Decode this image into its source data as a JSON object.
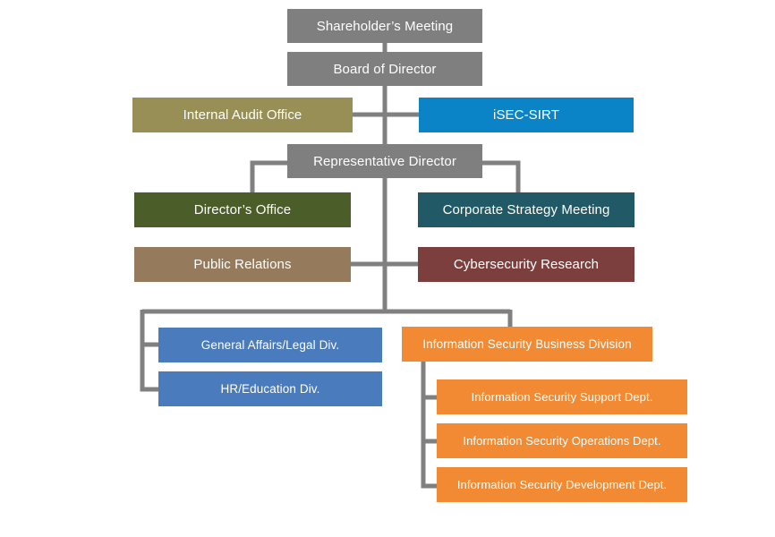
{
  "colors": {
    "connector": "#808080",
    "gray": "#7f7f7f",
    "olive": "#978f55",
    "blue": "#0a84c6",
    "green": "#4b5d28",
    "teal": "#215966",
    "tan": "#957b5c",
    "maroon": "#7d3f3d",
    "steel_blue": "#4a7bbd",
    "orange": "#f28a33"
  },
  "org": {
    "shareholders_meeting": "Shareholder’s Meeting",
    "board_of_director": "Board of Director",
    "internal_audit_office": "Internal Audit Office",
    "isec_sirt": "iSEC-SIRT",
    "representative_director": "Representative Director",
    "directors_office": "Director’s Office",
    "corporate_strategy_meeting": "Corporate Strategy Meeting",
    "public_relations": "Public Relations",
    "cybersecurity_research": "Cybersecurity Research",
    "general_affairs_legal": "General Affairs/Legal Div.",
    "hr_education": "HR/Education Div.",
    "info_security_business": "Information Security Business Division",
    "info_security_support": "Information Security Support Dept.",
    "info_security_operations": "Information Security Operations Dept.",
    "info_security_development": "Information Security Development Dept."
  }
}
